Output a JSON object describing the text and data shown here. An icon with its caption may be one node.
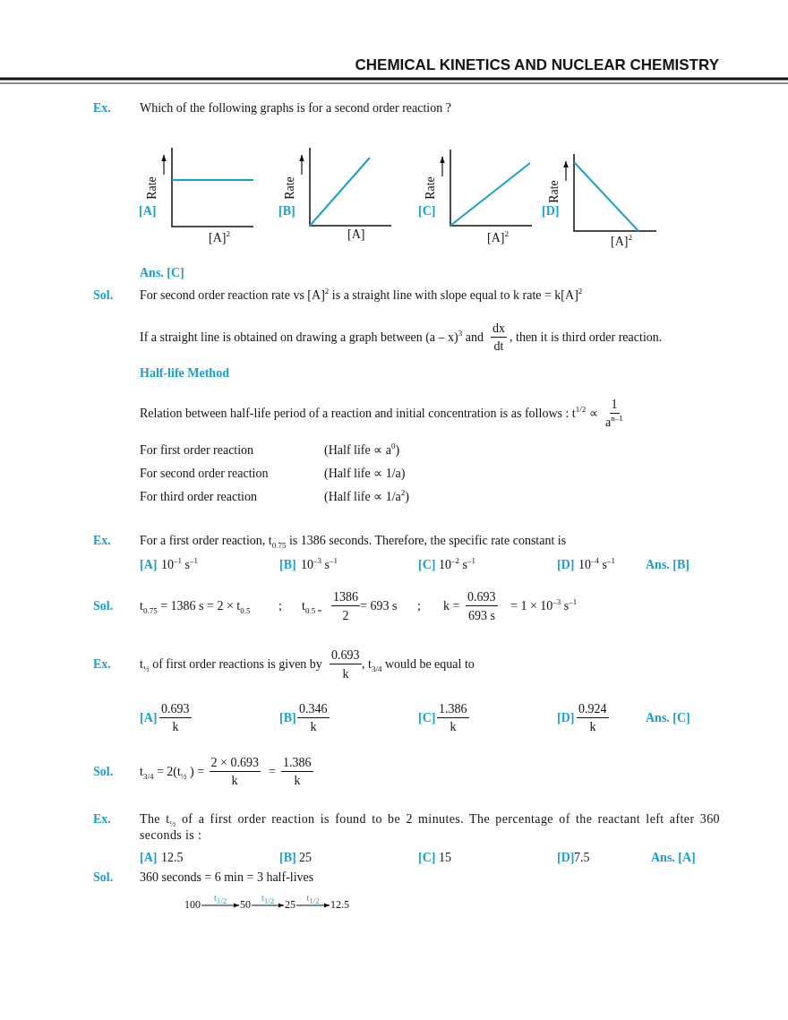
{
  "diagram": {
    "title": "CHEMICAL KINETICS AND NUCLEAR CHEMISTRY",
    "nodes": [
      {
        "text": [
          "100"
        ]
      },
      {
        "text": [
          "50"
        ]
      },
      {
        "text": [
          "25"
        ]
      },
      {
        "text": [
          "12.5"
        ]
      }
    ],
    "edges": [
      {
        "from": 0,
        "to": 1,
        "arrow": "to",
        "label": "t$_{1/2}$"
      },
      {
        "from": 1,
        "to": 2,
        "arrow": "to",
        "label": "t$_{1/2}$"
      },
      {
        "from": 2,
        "to": 3,
        "arrow": "to",
        "label": "t$_{1/2}$"
      }
    ],
    "labels": [
      "Ex.",
      "Which of the following graphs is for a second order reaction ?",
      "[A]",
      "Rate",
      "[A]$^{2}$",
      "[B]",
      "Rate",
      "[A]",
      "[C]",
      "Rate",
      "[A]$^{2}$",
      "[D]",
      "Rate",
      "[A]$^{2}$",
      "Ans. [C]",
      "Sol.",
      "For second order reaction rate vs [A]$^{2}$ is a straight line with slope equal to k rate = k[A]$^{2}$",
      "If a straight line is obtained on drawing a graph between (a – x)$^{3}$ and",
      "dx",
      "dt",
      ", then it is third order reaction.",
      "Half-life Method",
      "Relation between half-life period of a reaction and initial concentration is as follows : t$^{1/2}$ ∝",
      "1",
      "a$^{n–1}$",
      "For first order reaction",
      "(Half life ∝ a$^{0}$)",
      "For second order reaction",
      "(Half life ∝ 1/a)",
      "For third order reaction",
      "(Half life ∝ 1/a$^{2}$)",
      "Ex.",
      "For a first order reaction, t$_{0.75}$ is 1386 seconds. Therefore, the specific rate constant is",
      "[A]",
      "10$^{–1}$ s$^{–1}$",
      "[B]",
      "10$^{–3}$ s$^{–1}$",
      "[C]",
      "10$^{–2}$ s$^{–1}$",
      "[D]",
      "10$^{–4}$ s$^{–1}$",
      "Ans. [B]",
      "Sol.",
      "t$_{0.75}$ = 1386 s = 2 × t$_{0.5}$",
      ";",
      "t$_{0.5 =}$",
      "1386",
      "2",
      "= 693 s",
      ";",
      "k =",
      "0.693",
      "693 s",
      "= 1 × 10$^{–3}$ s$^{–1}$",
      "Ex.",
      "t$_{½}$ of first order reactions is given by",
      "0.693",
      "k",
      ", t$_{3/4}$ would be equal to",
      "[A]",
      "0.693",
      "k",
      "[B]",
      "0.346",
      "k",
      "[C]",
      "1.386",
      "k",
      "[D]",
      "0.924",
      "k",
      "Ans. [C]",
      "Sol.",
      "t$_{3/4}$ = 2(t$_{½}$ ) =",
      "2 × 0.693",
      "k",
      "=",
      "1.386",
      "k",
      "Ex.",
      "The t$_{½}$ of a first order reaction is found to be 2 minutes. The percentage of the reactant left after 360 seconds is :",
      "[A]",
      "12.5",
      "[B]",
      "25",
      "[C]",
      "15",
      "[D]",
      "7.5",
      "Ans. [A]",
      "Sol.",
      "360 seconds = 6 min = 3 half-lives"
    ]
  }
}
